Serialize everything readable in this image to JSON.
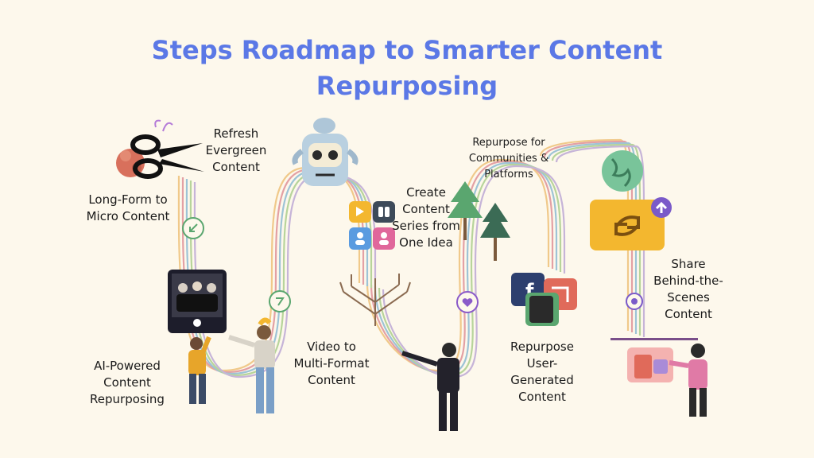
{
  "title": {
    "line1": "Steps Roadmap to Smarter Content",
    "line2": "Repurposing"
  },
  "steps": [
    {
      "label": "Long-Form to\nMicro Content"
    },
    {
      "label": "Refresh\nEvergreen\nContent"
    },
    {
      "label": "AI-Powered\nContent\nRepurposing"
    },
    {
      "label": "Video to\nMulti-Format\nContent"
    },
    {
      "label": "Create\nContent\nSeries from\nOne Idea"
    },
    {
      "label": "Repurpose for\nCommunities &\nPlatforms"
    },
    {
      "label": "Repurpose\nUser-\nGenerated\nContent"
    },
    {
      "label": "Share\nBehind-the-\nScenes\nContent"
    }
  ],
  "road_colors": [
    "#f0c98a",
    "#e3a0a4",
    "#9dc3d6",
    "#b7d49a",
    "#c6b4d8"
  ],
  "accent_color": "#5b78e6",
  "icons": [
    "scissors-icon",
    "brain-icon",
    "robot-icon",
    "app-grid-icon",
    "tree-icon",
    "social-media-cards-icon",
    "refresh-sync-icon",
    "plant-globe-icon",
    "upload-arrow-icon",
    "presentation-board-icon",
    "photo-frame-icon"
  ]
}
